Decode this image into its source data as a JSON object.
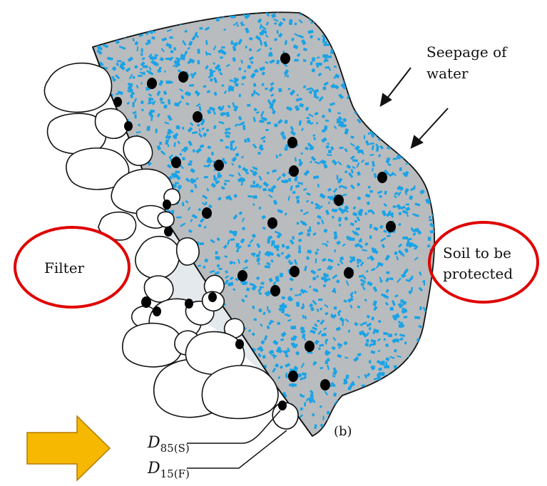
{
  "labels": {
    "seepage_line1": "Seepage of",
    "seepage_line2": "water",
    "filter": "Filter",
    "soil_line1": "Soil to be",
    "soil_line2": "protected",
    "panel": "(b)",
    "d85_main": "D",
    "d85_sub": "85(S)",
    "d15_main": "D",
    "d15_sub": "15(F)"
  },
  "colors": {
    "soil_fill": "#b9bcbe",
    "soil_speckle": "#1aa3e6",
    "filter_zone": "#e3e9ec",
    "ellipse": "#e00000",
    "arrow_fill": "#f6b800",
    "arrow_stroke": "#b57a00",
    "grain": "#000000"
  }
}
